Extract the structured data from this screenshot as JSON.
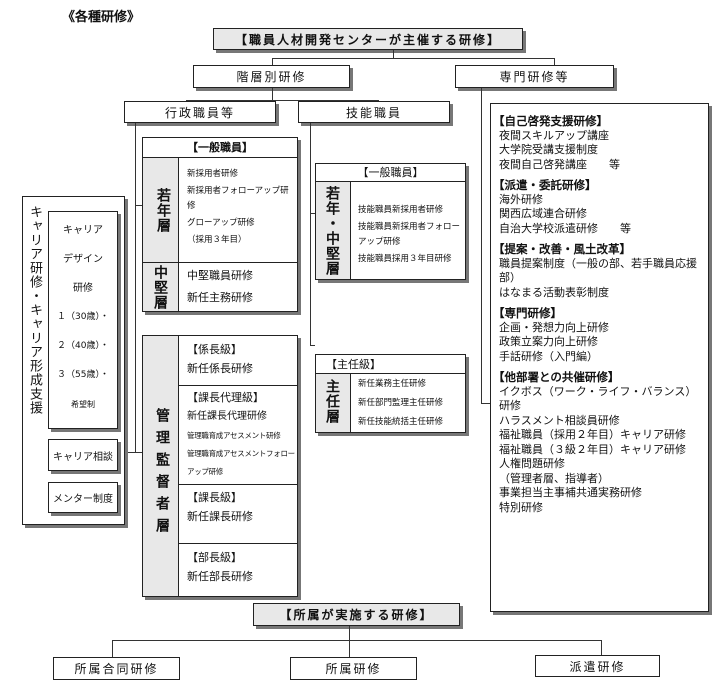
{
  "title": "《各種研修》",
  "center": {
    "title": "【職員人材開発センターが主催する研修】",
    "hierarchy": {
      "label": "階層別研修",
      "admin": {
        "label": "行政職員等",
        "general": {
          "header": "【一般職員】",
          "young": {
            "label": "若年層",
            "items": [
              "新採用者研修",
              "新採用者フォローアップ研修",
              "グローアップ研修",
              "（採用３年目）"
            ]
          },
          "mid": {
            "label": "中堅層",
            "items": [
              "中堅職員研修",
              "新任主務研修"
            ]
          }
        },
        "management": {
          "label": "管理監督者層",
          "groups": [
            {
              "header": "【係長級】",
              "items": [
                "新任係長研修"
              ]
            },
            {
              "header": "【課長代理級】",
              "items": [
                "新任課長代理研修",
                "管理職育成アセスメント研修",
                "管理職育成アセスメントフォローアップ研修"
              ]
            },
            {
              "header": "【課長級】",
              "items": [
                "新任課長研修"
              ]
            },
            {
              "header": "【部長級】",
              "items": [
                "新任部長研修"
              ]
            }
          ]
        }
      },
      "skilled": {
        "label": "技能職員",
        "general": {
          "header": "【一般職員】",
          "label": "若年・中堅層",
          "items": [
            "技能職員新採用者研修",
            "技能職員新採用者フォローアップ研修",
            "技能職員採用３年目研修"
          ]
        },
        "chief": {
          "header": "【主任級】",
          "label": "主任層",
          "items": [
            "新任業務主任研修",
            "新任部門監理主任研修",
            "新任技能統括主任研修"
          ]
        }
      }
    },
    "career": {
      "label": "キャリア研修・キャリア形成支援",
      "design": [
        "キャリア",
        "デザイン",
        "研修",
        "１（30歳）・",
        "２（40歳）・",
        "３（55歳）・",
        "希望制"
      ],
      "consult": "キャリア相談",
      "mentor": "メンター制度"
    },
    "specialized": {
      "label": "専門研修等",
      "sections": [
        {
          "header": "【自己啓発支援研修】",
          "items": [
            "夜間スキルアップ講座",
            "大学院受講支援制度",
            "夜間自己啓発講座　　等"
          ]
        },
        {
          "header": "【派遣・委託研修】",
          "items": [
            "海外研修",
            "関西広域連合研修",
            "自治大学校派遣研修　　等"
          ]
        },
        {
          "header": "【提案・改善・風土改革】",
          "items": [
            "職員提案制度（一般の部、若手職員応援部）",
            "はなまる活動表彰制度"
          ]
        },
        {
          "header": "【専門研修】",
          "items": [
            "企画・発想力向上研修",
            "政策立案力向上研修",
            "手話研修（入門編）"
          ]
        },
        {
          "header": "【他部署との共催研修】",
          "items": [
            "イクボス（ワーク・ライフ・バランス）研修",
            "ハラスメント相談員研修",
            "福祉職員（採用２年目）キャリア研修",
            "福祉職員（３級２年目）キャリア研修",
            "人権問題研修",
            "（管理者層、指導者）",
            "事業担当主事補共通実務研修",
            "特別研修"
          ]
        }
      ]
    }
  },
  "affiliated": {
    "title": "【所属が実施する研修】",
    "items": [
      "所属合同研修",
      "所属研修",
      "派遣研修"
    ]
  }
}
